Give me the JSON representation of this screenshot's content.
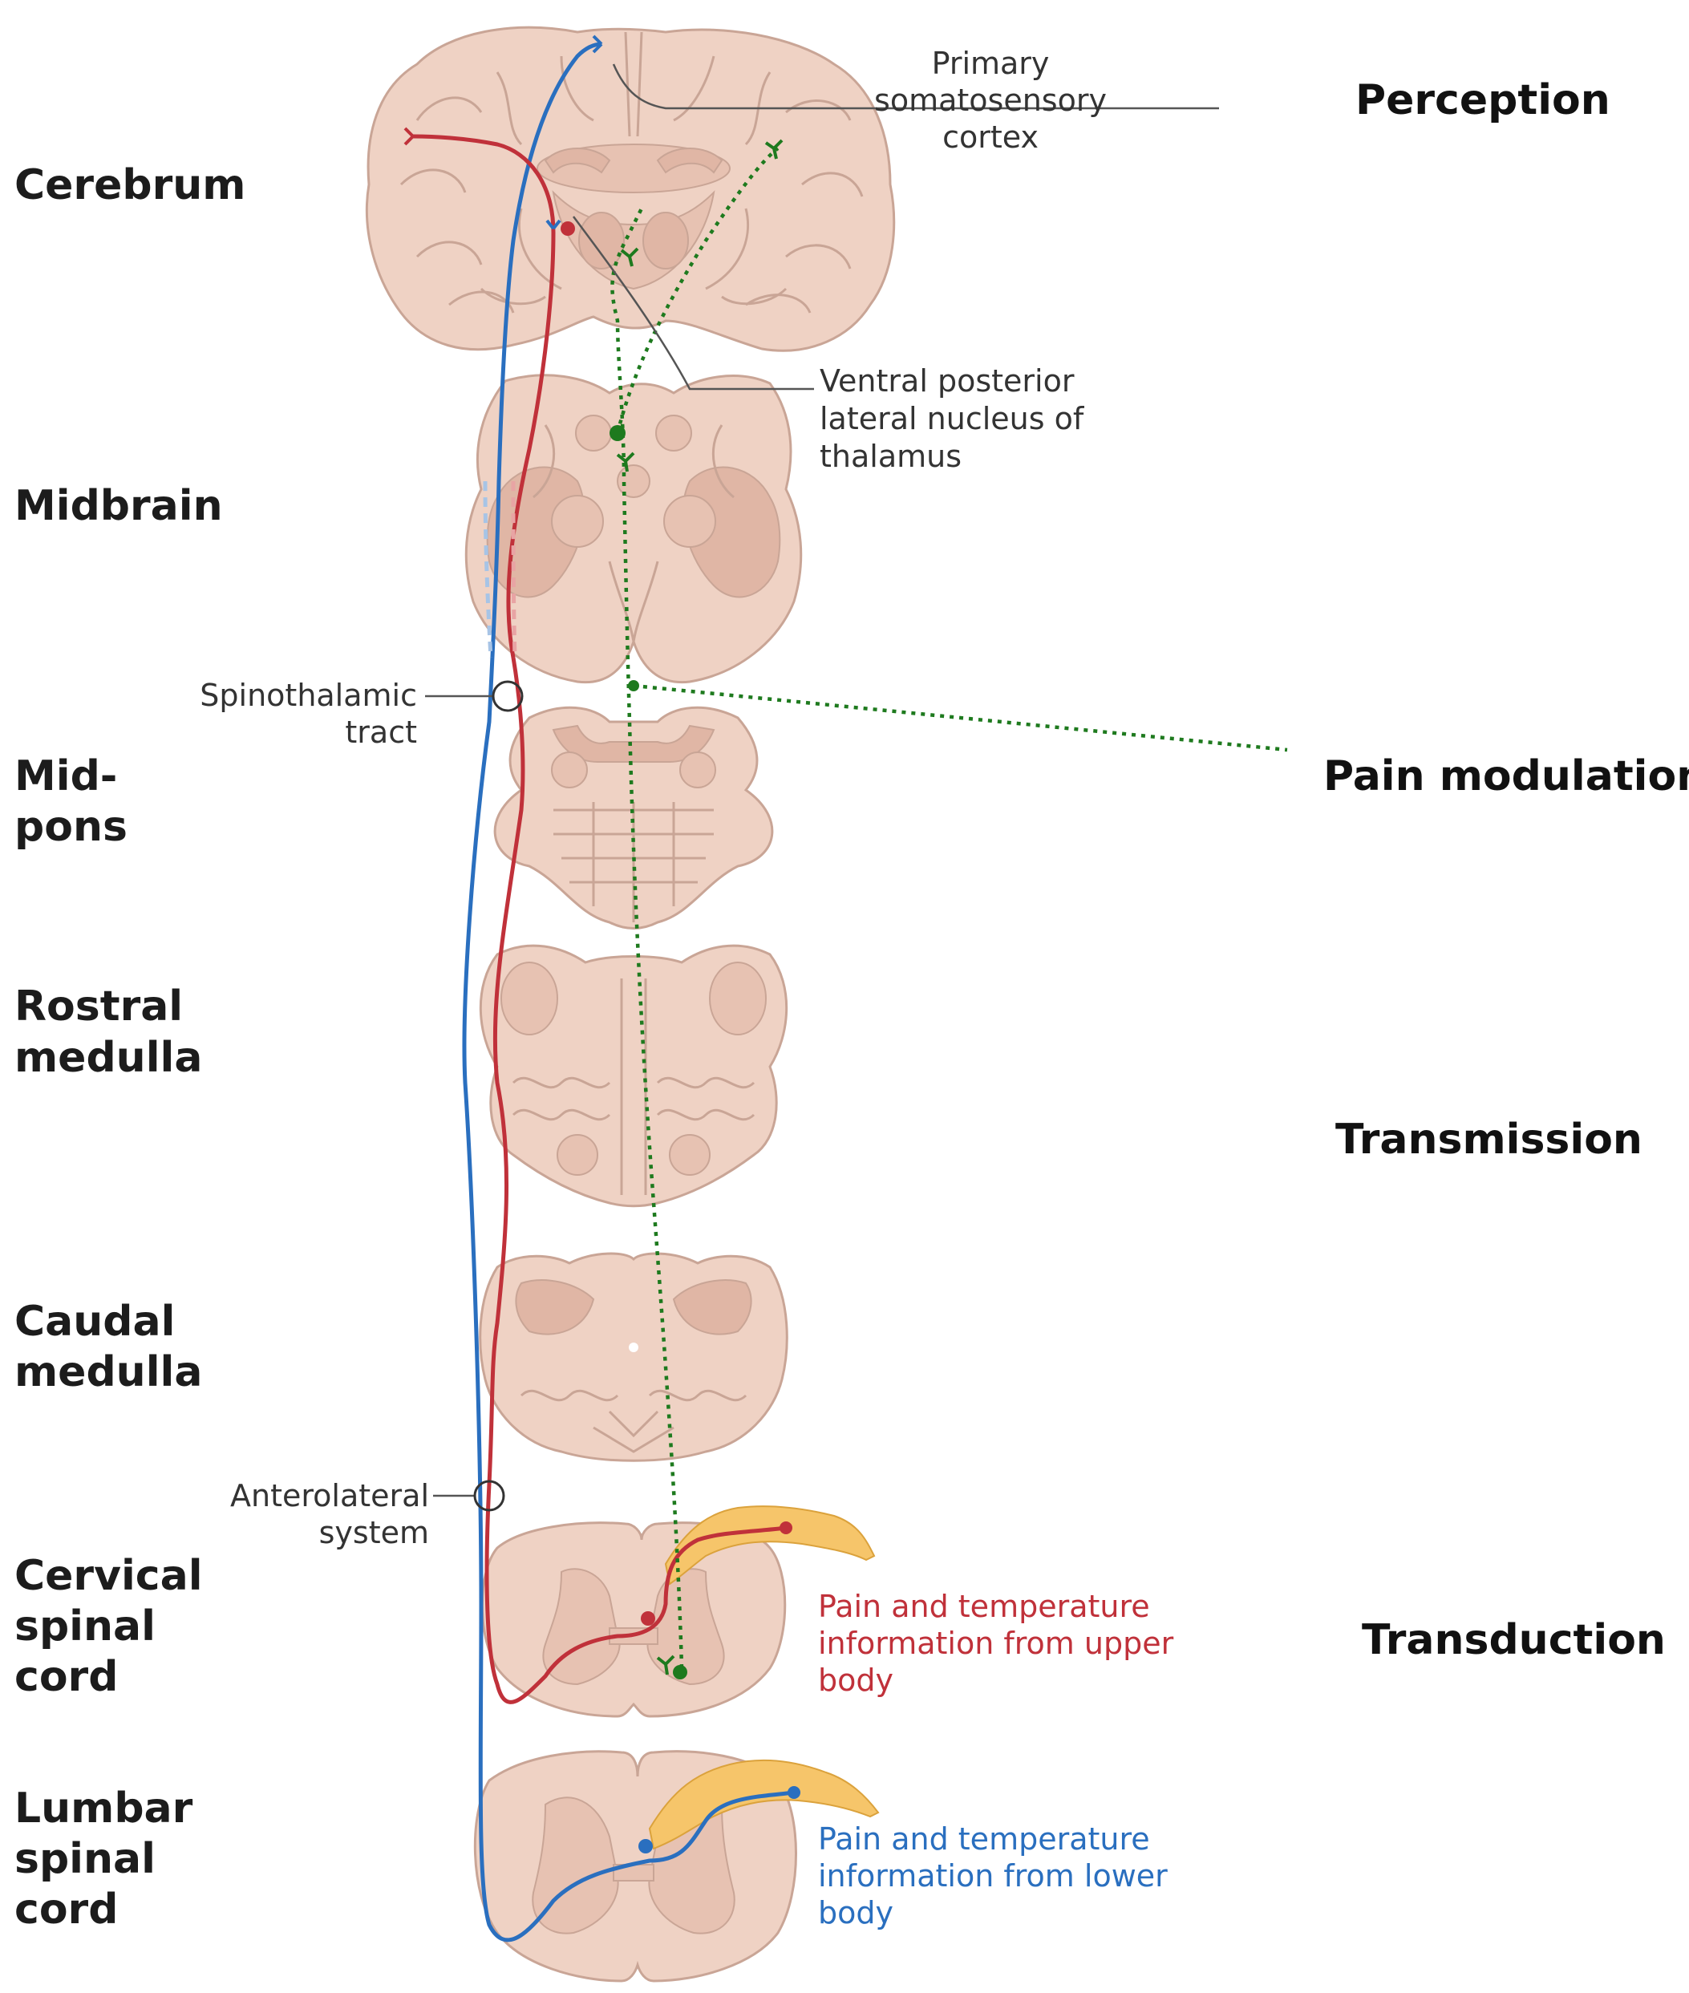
{
  "levels": {
    "cerebrum": "Cerebrum",
    "midbrain": "Midbrain",
    "midpons_1": "Mid-",
    "midpons_2": "pons",
    "rostral_1": "Rostral",
    "rostral_2": "medulla",
    "caudal_1": "Caudal",
    "caudal_2": "medulla",
    "cervical_1": "Cervical",
    "cervical_2": "spinal",
    "cervical_3": "cord",
    "lumbar_1": "Lumbar",
    "lumbar_2": "spinal",
    "lumbar_3": "cord"
  },
  "stages": {
    "perception": "Perception",
    "pain_modulation": "Pain modulation",
    "transmission": "Transmission",
    "transduction": "Transduction"
  },
  "annotations": {
    "cortex_1": "Primary",
    "cortex_2": "somatosensory",
    "cortex_3": "cortex",
    "thalamus_1": "Ventral posterior",
    "thalamus_2": "lateral nucleus of",
    "thalamus_3": "thalamus",
    "spinothalamic_1": "Spinothalamic",
    "spinothalamic_2": "tract",
    "anterolateral_1": "Anterolateral",
    "anterolateral_2": "system",
    "upper_1": "Pain and temperature",
    "upper_2": "information from upper",
    "upper_3": "body",
    "lower_1": "Pain and temperature",
    "lower_2": "information from lower",
    "lower_3": "body"
  },
  "colors": {
    "upper_body_pathway": "#c0313a",
    "lower_body_pathway": "#2a6fbf",
    "modulation_pathway": "#1e7a1e",
    "tissue": "#efd2c4",
    "nerve": "#f6c56a"
  }
}
